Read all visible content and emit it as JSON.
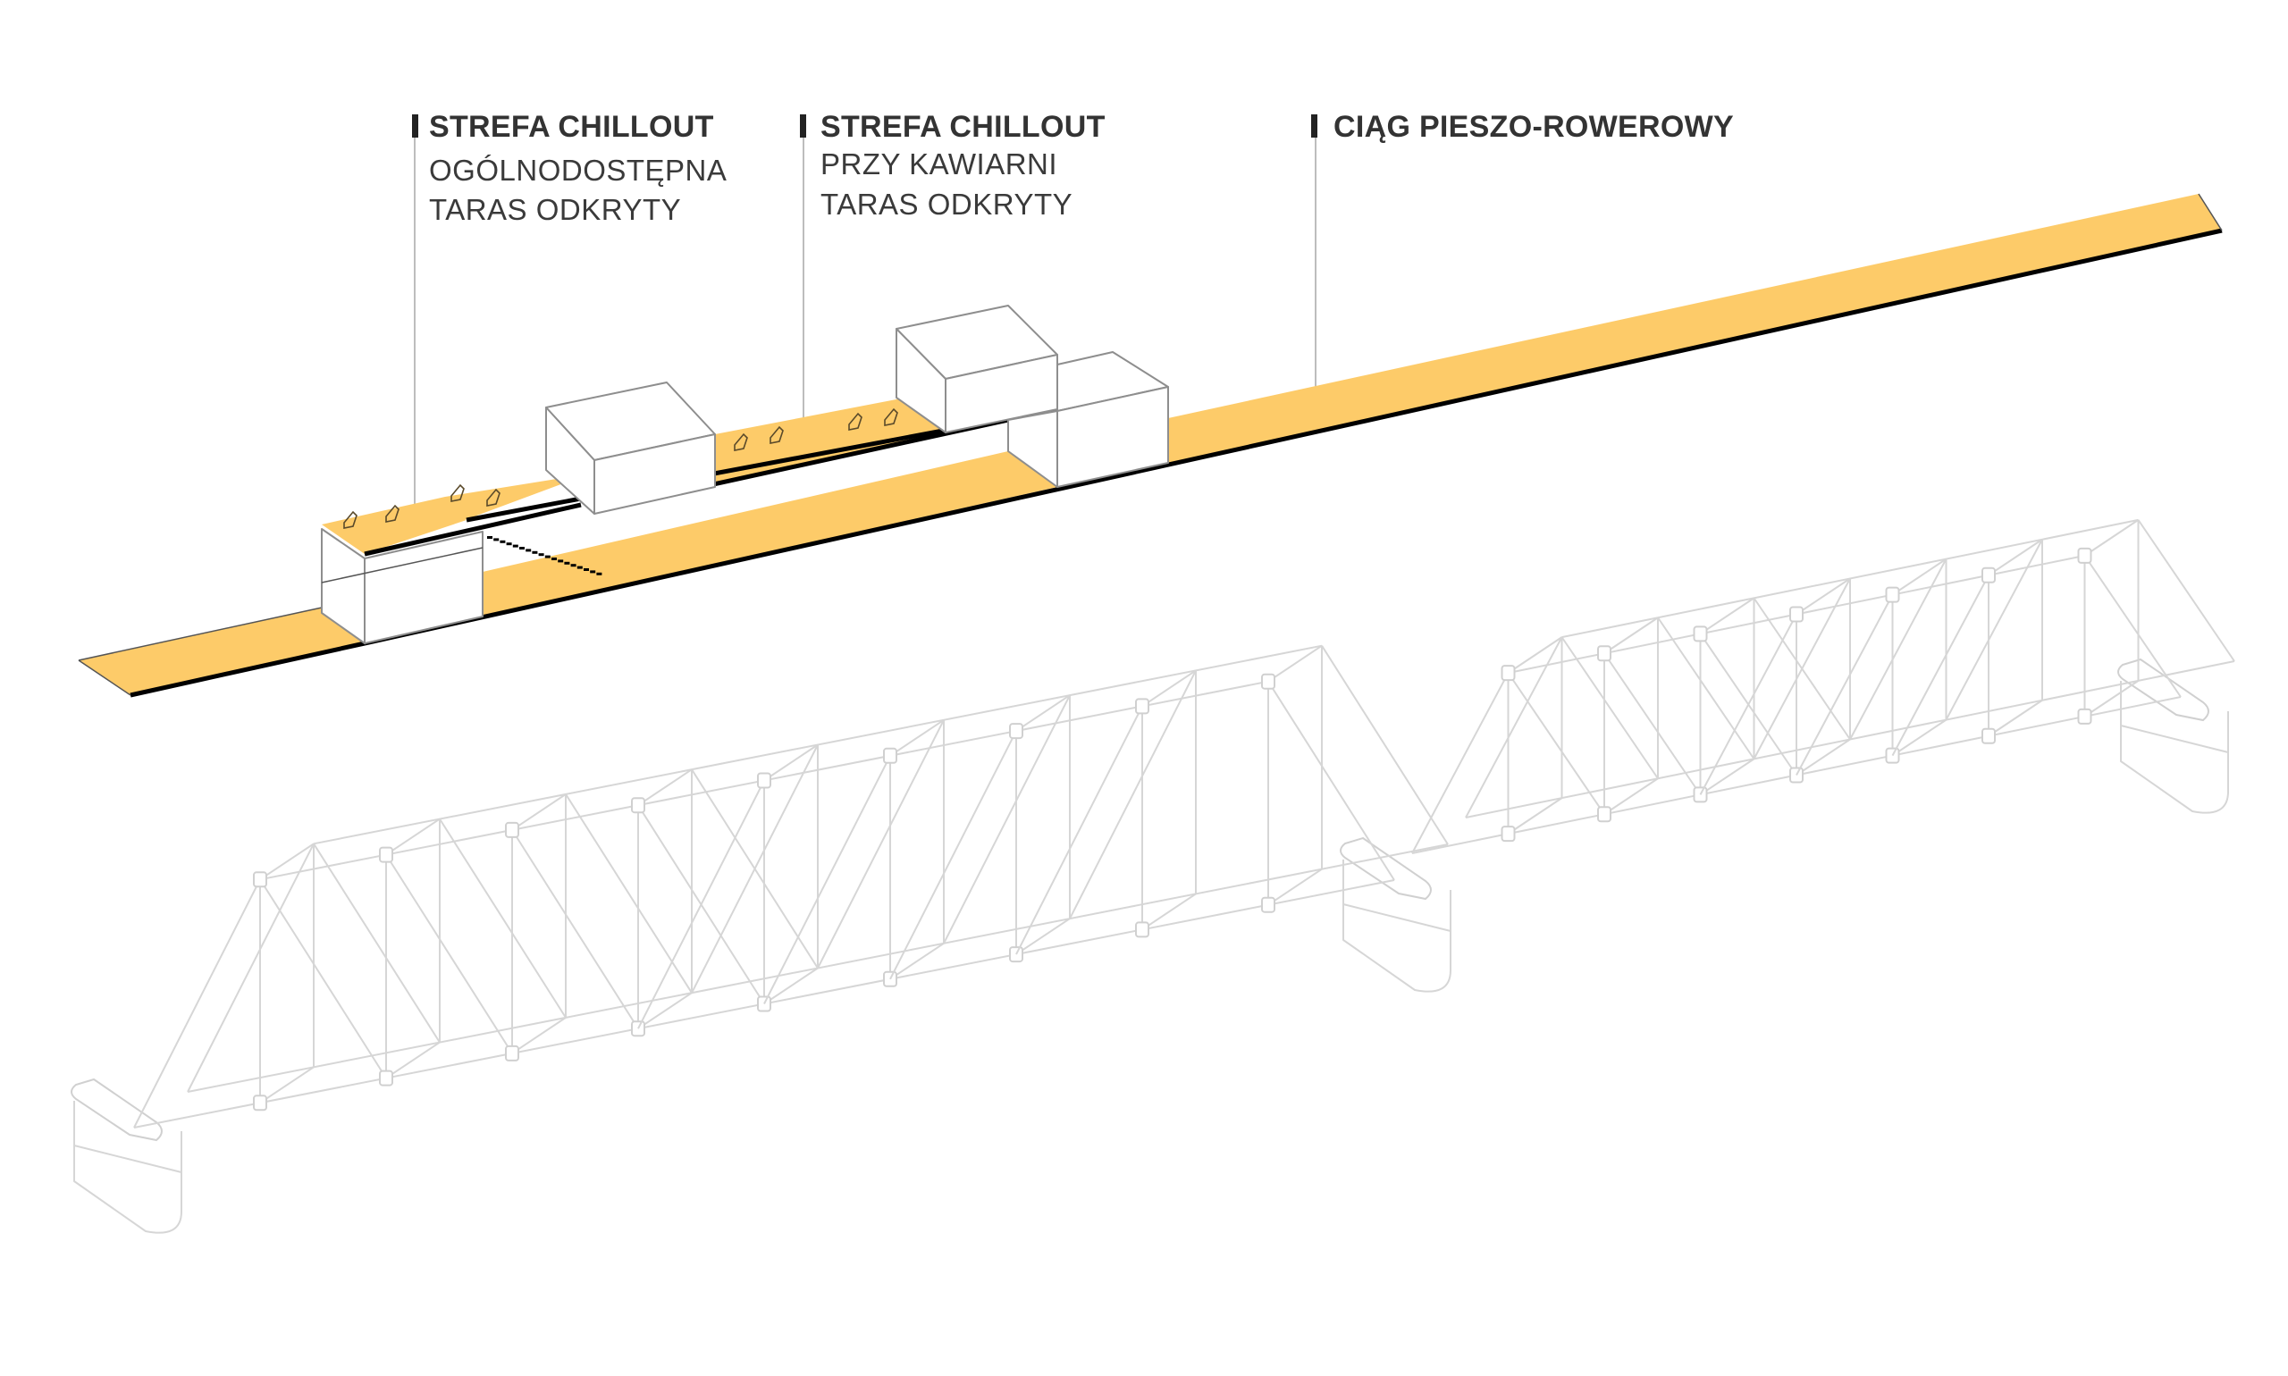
{
  "colors": {
    "deck": "#FDCB69",
    "deck_edge": "#000000",
    "label_text": "#333333",
    "truss_line": "#D6D6D6"
  },
  "labels": [
    {
      "id": "chillout-public",
      "title": "STREFA CHILLOUT",
      "lines": [
        "OGÓLNODOSTĘPNA",
        "TARAS ODKRYTY"
      ]
    },
    {
      "id": "chillout-cafe",
      "title": "STREFA CHILLOUT",
      "lines": [
        "PRZY KAWIARNI",
        "TARAS ODKRYTY"
      ]
    },
    {
      "id": "pedestrian-cycle-path",
      "title": "CIĄG PIESZO-ROWEROWY",
      "lines": []
    }
  ],
  "elements": {
    "upper_deck": "exploded walkway deck (yellow)",
    "bridge": "steel truss bridge, two spans on three piers"
  }
}
